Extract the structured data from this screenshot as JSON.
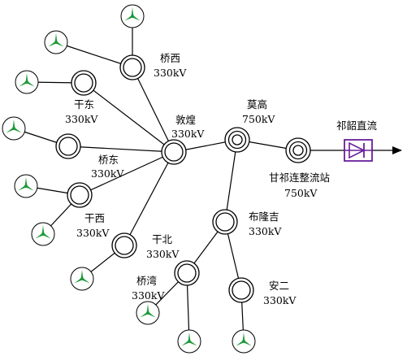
{
  "colors": {
    "line": "#000000",
    "turbine": "#1f9a3a",
    "converter": "#6a1e9c"
  },
  "icons": {
    "wind_farm": "wind-turbine-icon",
    "converter": "converter-valve-icon",
    "arrow": "arrow-right-icon"
  },
  "stations": {
    "qiaoxi": {
      "name": "桥西",
      "voltage": "330kV"
    },
    "gandong": {
      "name": "干东",
      "voltage": "330kV"
    },
    "dunhuang": {
      "name": "敦煌",
      "voltage": "330kV"
    },
    "mogao": {
      "name": "莫高",
      "voltage": "750kV"
    },
    "qiaodong": {
      "name": "桥东",
      "voltage": "330kV"
    },
    "ganxi": {
      "name": "干西",
      "voltage": "330kV"
    },
    "ganbei": {
      "name": "干北",
      "voltage": "330kV"
    },
    "qiaowan": {
      "name": "桥湾",
      "voltage": "330kV"
    },
    "bulongji": {
      "name": "布隆吉",
      "voltage": "330kV"
    },
    "aner": {
      "name": "安二",
      "voltage": "330kV"
    },
    "ganqi": {
      "name": "甘祁连整流站",
      "voltage": "750kV"
    }
  },
  "hvdc": {
    "name": "祁韶直流"
  }
}
